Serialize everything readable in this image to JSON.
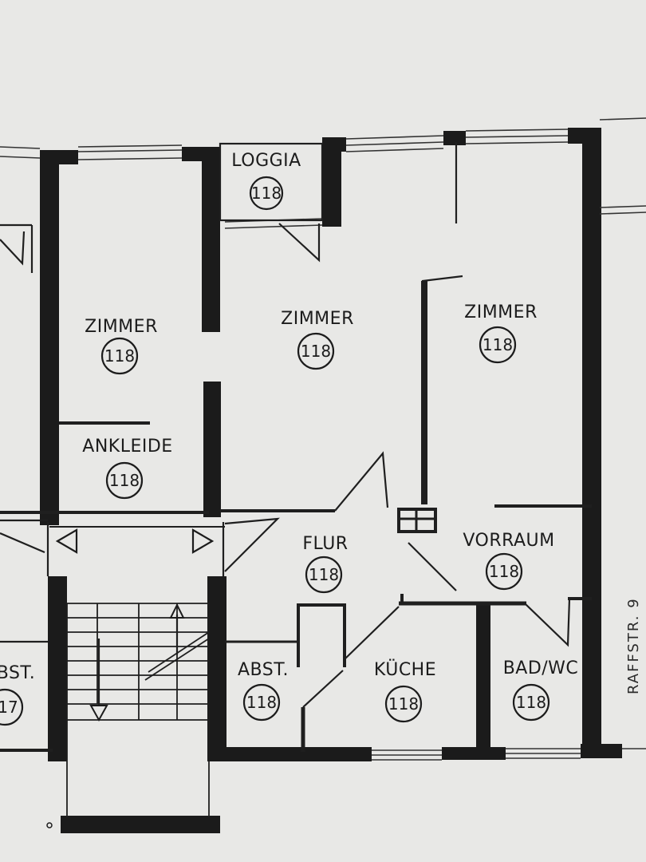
{
  "rooms": {
    "loggia": {
      "label": "LOGGIA",
      "number": "118"
    },
    "zimmer_left": {
      "label": "ZIMMER",
      "number": "118"
    },
    "zimmer_center": {
      "label": "ZIMMER",
      "number": "118"
    },
    "zimmer_right": {
      "label": "ZIMMER",
      "number": "118"
    },
    "ankleide": {
      "label": "ANKLEIDE",
      "number": "118"
    },
    "flur": {
      "label": "FLUR",
      "number": "118"
    },
    "vorraum": {
      "label": "VORRAUM",
      "number": "118"
    },
    "abst": {
      "label": "ABST.",
      "number": "118"
    },
    "kueche": {
      "label": "KÜCHE",
      "number": "118"
    },
    "bad_wc": {
      "label": "BAD/WC",
      "number": "118"
    },
    "abst_neighbor": {
      "label": "BST.",
      "number": "17"
    }
  },
  "street_label": "RAFFSTR. 9"
}
